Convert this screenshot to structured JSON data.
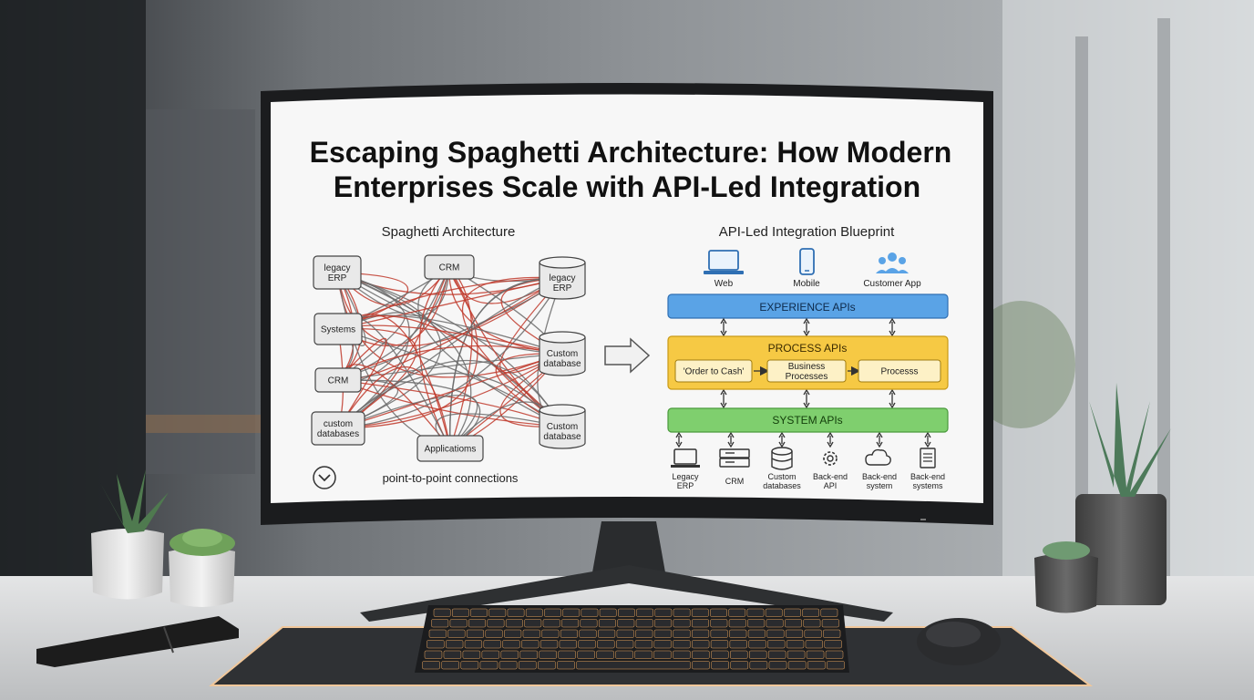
{
  "slide": {
    "title_line1": "Escaping Spaghetti Architecture: How Modern",
    "title_line2": "Enterprises Scale with API-Led Integration"
  },
  "spaghetti": {
    "heading": "Spaghetti Architecture",
    "caption": "point-to-point connections",
    "nodes": [
      {
        "id": "legacy_erp",
        "lines": [
          "legacy",
          "ERP"
        ]
      },
      {
        "id": "crm_top",
        "lines": [
          "CRM"
        ]
      },
      {
        "id": "legacy_erp_db",
        "lines": [
          "legacy",
          "ERP"
        ]
      },
      {
        "id": "systems",
        "lines": [
          "Systems"
        ]
      },
      {
        "id": "custom_db1",
        "lines": [
          "Custom",
          "database"
        ]
      },
      {
        "id": "crm_mid",
        "lines": [
          "CRM"
        ]
      },
      {
        "id": "custom_databases",
        "lines": [
          "custom",
          "databases"
        ]
      },
      {
        "id": "custom_db2",
        "lines": [
          "Custom",
          "database"
        ]
      },
      {
        "id": "applications",
        "lines": [
          "Applicatioms"
        ]
      }
    ]
  },
  "blueprint": {
    "heading": "API-Led Integration Blueprint",
    "clients": [
      "Web",
      "Mobile",
      "Customer App"
    ],
    "experience_label": "EXPERIENCE APIs",
    "process_label": "PROCESS APIs",
    "process_steps": [
      {
        "lines": [
          "'Order to Cash'"
        ]
      },
      {
        "lines": [
          "Business",
          "Processes"
        ]
      },
      {
        "lines": [
          "Processs"
        ]
      }
    ],
    "system_label": "SYSTEM APIs",
    "systems": [
      {
        "lines": [
          "Legacy",
          "ERP"
        ]
      },
      {
        "lines": [
          "CRM"
        ]
      },
      {
        "lines": [
          "Custom",
          "databases"
        ]
      },
      {
        "lines": [
          "Back-end",
          "API"
        ]
      },
      {
        "lines": [
          "Back-end",
          "system"
        ]
      },
      {
        "lines": [
          "Back-end",
          "systems"
        ]
      }
    ]
  },
  "colors": {
    "experience": "#5aa3e6",
    "process": "#f6c944",
    "system": "#7fcf6e",
    "spaghetti_red": "#c0392b",
    "spaghetti_gray": "#6b6b6b"
  },
  "icons": {
    "scroll_button": "chevron-down-icon",
    "arrow": "right-arrow-icon"
  }
}
